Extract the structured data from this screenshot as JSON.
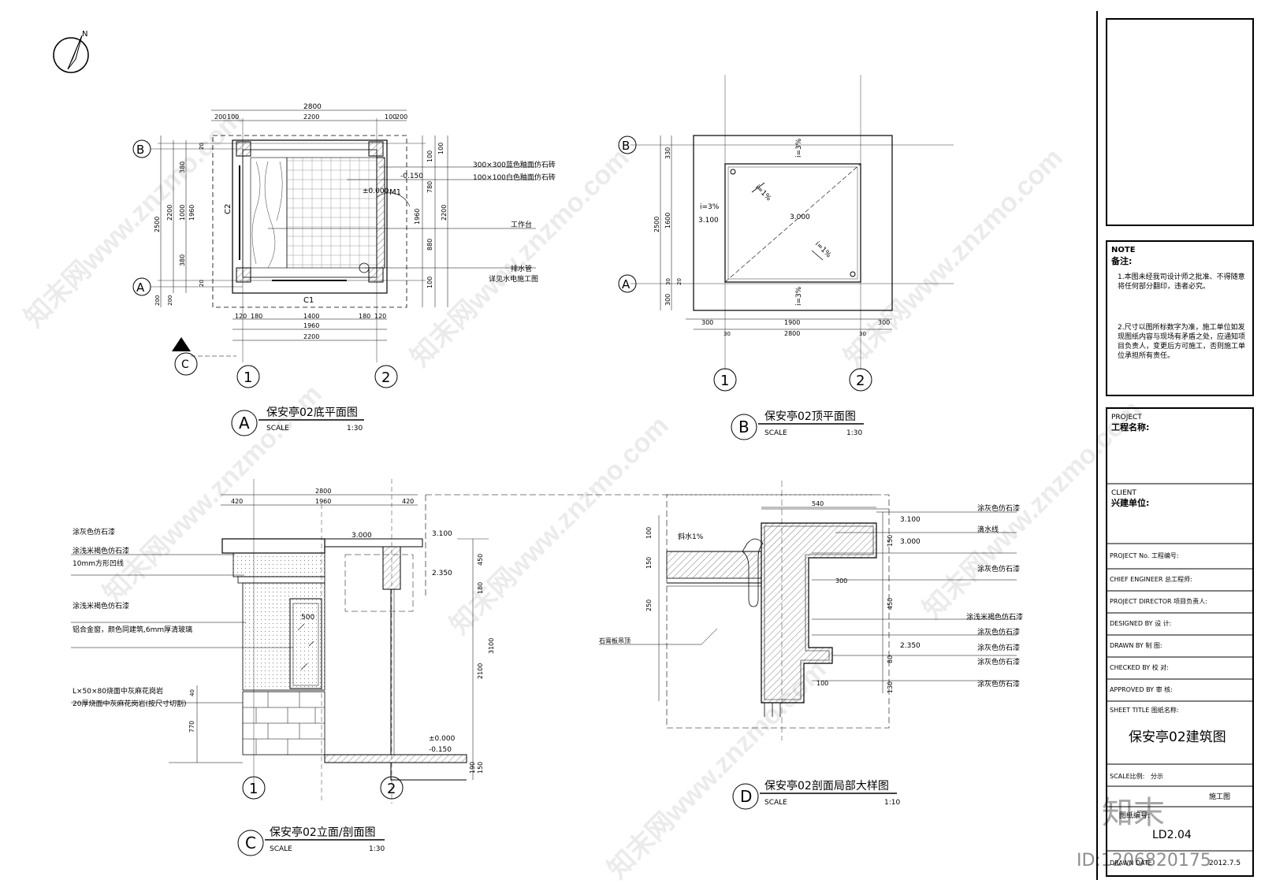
{
  "north": "N",
  "views": {
    "a": {
      "letter": "A",
      "title": "保安亭02底平面图",
      "scale_label": "SCALE",
      "scale": "1:30"
    },
    "b": {
      "letter": "B",
      "title": "保安亭02顶平面图",
      "scale_label": "SCALE",
      "scale": "1:30"
    },
    "c": {
      "letter": "C",
      "title": "保安亭02立面/剖面图",
      "scale_label": "SCALE",
      "scale": "1:30"
    },
    "d": {
      "letter": "D",
      "title": "保安亭02剖面局部大样图",
      "scale_label": "SCALE",
      "scale": "1:10"
    }
  },
  "grid": {
    "a": "A",
    "b": "B",
    "one": "1",
    "two": "2",
    "c": "C"
  },
  "plan_a": {
    "dims_top": [
      "2800",
      "200",
      "100",
      "2200",
      "100",
      "200"
    ],
    "dims_bottom": [
      "120",
      "180",
      "1400",
      "180",
      "120",
      "1960",
      "2200"
    ],
    "dims_left": [
      "2500",
      "2200",
      "1960",
      "1000",
      "380",
      "380",
      "20",
      "20",
      "200",
      "200"
    ],
    "dims_right": [
      "100",
      "2200",
      "780",
      "880",
      "100",
      "1960",
      "100"
    ],
    "levels": [
      "-0.150",
      "±0.000"
    ],
    "tags": [
      "M1",
      "C2",
      "C1"
    ],
    "callouts": [
      "300×300蓝色釉面仿石砖",
      "100×100白色釉面仿石砖",
      "工作台",
      "排水管",
      "详见水电施工图"
    ]
  },
  "plan_b": {
    "dims_left": [
      "330",
      "2500",
      "1600",
      "300",
      "30",
      "20"
    ],
    "dims_bottom": [
      "300",
      "1900",
      "300",
      "2800",
      "30",
      "30"
    ],
    "slopes": [
      "i=3%",
      "i=1%",
      "i=3%",
      "i=1%",
      "i=3%"
    ],
    "levels": [
      "3.100",
      "3.000"
    ]
  },
  "elev_c": {
    "dims_top": [
      "2800",
      "420",
      "1960",
      "420"
    ],
    "dims_right": [
      "450",
      "180",
      "2100",
      "3100",
      "190",
      "150"
    ],
    "dims_left": [
      "770",
      "40"
    ],
    "levels": [
      "3.100",
      "3.000",
      "2.350",
      "±0.000",
      "-0.150"
    ],
    "window_dim": "500",
    "callouts": [
      "涂灰色仿石漆",
      "涂浅米褐色仿石漆",
      "10mm方形凹线",
      "涂浅米褐色仿石漆",
      "铝合金窗，颜色同建筑,6mm厚清玻璃",
      "L×50×80烧面中灰麻花岗岩",
      "20厚烧面中灰麻花岗岩(按尺寸切割)"
    ]
  },
  "detail_d": {
    "dims_top": [
      "540"
    ],
    "dims_left": [
      "100",
      "150",
      "250"
    ],
    "dims_right": [
      "150",
      "450",
      "80",
      "130"
    ],
    "dims_inner": [
      "300",
      "100"
    ],
    "slope": "斜水1%",
    "levels": [
      "3.100",
      "3.000",
      "2.350"
    ],
    "left_callout": "石膏板吊顶",
    "callouts": [
      "涂灰色仿石漆",
      "滴水线",
      "涂灰色仿石漆",
      "涂浅米褐色仿石漆",
      "涂灰色仿石漆",
      "涂灰色仿石漆",
      "涂灰色仿石漆",
      "涂灰色仿石漆"
    ]
  },
  "titleblock": {
    "note_en": "NOTE",
    "note_cn": "备注:",
    "note1": "1.本图未经我司设计师之批准、不得随意将任何部分翻印，违者必究。",
    "note2": "2.尺寸以图所标数字为准，施工单位如发现图纸内容与现场有矛盾之处，应通知项目负责人，变更后方可施工，否则施工单位承担所有责任。",
    "project_en": "PROJECT",
    "project_cn": "工程名称:",
    "client_en": "CLIENT",
    "client_cn": "兴建单位:",
    "rows": [
      {
        "en": "PROJECT No.",
        "cn": "工程编号:"
      },
      {
        "en": "CHIEF ENGINEER",
        "cn": "总工程师:"
      },
      {
        "en": "PROJECT DIRECTOR",
        "cn": "项目负责人:"
      },
      {
        "en": "DESIGNED BY",
        "cn": "设  计:"
      },
      {
        "en": "DRAWN BY",
        "cn": "制  图:"
      },
      {
        "en": "CHECKED BY",
        "cn": "校  对:"
      },
      {
        "en": "APPROVED BY",
        "cn": "审  核:"
      }
    ],
    "sheet_en": "SHEET TITLE",
    "sheet_cn": "图纸名称:",
    "sheet_title": "保安亭02建筑图",
    "scale_en": "SCALE",
    "scale_cn": "比例:",
    "scale_val": "分示",
    "phase_val": "施工图",
    "drawing_no_cn": "图纸编号:",
    "drawing_no": "LD2.04",
    "date_en": "DRAWN DATE",
    "date_val": "2012.7.5"
  },
  "watermark": {
    "site": "知末网www.znzmo.com",
    "logo": "知末",
    "id": "ID:1206820175"
  }
}
